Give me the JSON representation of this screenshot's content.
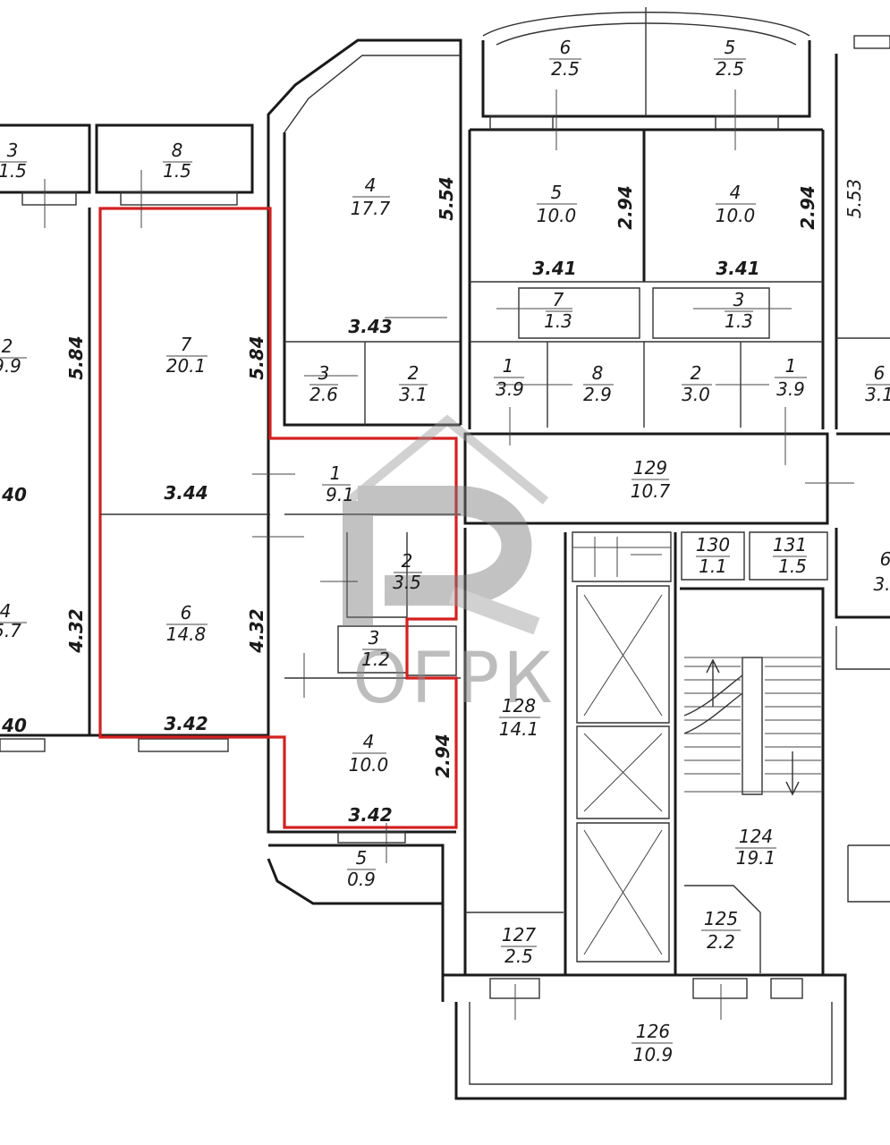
{
  "watermark": {
    "text": "ОГРК"
  },
  "colors": {
    "highlight": "#d42020",
    "walls": "#1a1a1a",
    "watermark": "#888888"
  },
  "rooms": [
    {
      "id": "r3-left",
      "num": "3",
      "area": "1.5"
    },
    {
      "id": "r8-left",
      "num": "8",
      "area": "1.5"
    },
    {
      "id": "r2-left",
      "num": "2",
      "area": "9.9"
    },
    {
      "id": "r4-left",
      "num": "4",
      "area": "5.7"
    },
    {
      "id": "r7",
      "num": "7",
      "area": "20.1"
    },
    {
      "id": "r6",
      "num": "6",
      "area": "14.8"
    },
    {
      "id": "r1",
      "num": "1",
      "area": "9.1"
    },
    {
      "id": "r2",
      "num": "2",
      "area": "3.5"
    },
    {
      "id": "r3",
      "num": "3",
      "area": "1.2"
    },
    {
      "id": "r4",
      "num": "4",
      "area": "10.0"
    },
    {
      "id": "r5",
      "num": "5",
      "area": "0.9"
    },
    {
      "id": "r4-mid",
      "num": "4",
      "area": "17.7"
    },
    {
      "id": "r3-mid",
      "num": "3",
      "area": "2.6"
    },
    {
      "id": "r2-mid",
      "num": "2",
      "area": "3.1"
    },
    {
      "id": "r6-top",
      "num": "6",
      "area": "2.5"
    },
    {
      "id": "r5-top",
      "num": "5",
      "area": "2.5"
    },
    {
      "id": "r5-a",
      "num": "5",
      "area": "10.0"
    },
    {
      "id": "r4-a",
      "num": "4",
      "area": "10.0"
    },
    {
      "id": "r7-a",
      "num": "7",
      "area": "1.3"
    },
    {
      "id": "r3-a",
      "num": "3",
      "area": "1.3"
    },
    {
      "id": "r1-a",
      "num": "1",
      "area": "3.9"
    },
    {
      "id": "r8-a",
      "num": "8",
      "area": "2.9"
    },
    {
      "id": "r2-a",
      "num": "2",
      "area": "3.0"
    },
    {
      "id": "r1-b",
      "num": "1",
      "area": "3.9"
    },
    {
      "id": "r6-right",
      "num": "6",
      "area": "3.1"
    },
    {
      "id": "r129",
      "num": "129",
      "area": "10.7"
    },
    {
      "id": "r130",
      "num": "130",
      "area": "1.1"
    },
    {
      "id": "r131",
      "num": "131",
      "area": "1.5"
    },
    {
      "id": "r-right-edge",
      "num": "6",
      "area": "3."
    },
    {
      "id": "r128",
      "num": "128",
      "area": "14.1"
    },
    {
      "id": "r124",
      "num": "124",
      "area": "19.1"
    },
    {
      "id": "r125",
      "num": "125",
      "area": "2.2"
    },
    {
      "id": "r127",
      "num": "127",
      "area": "2.5"
    },
    {
      "id": "r126",
      "num": "126",
      "area": "10.9"
    }
  ],
  "dimensions": {
    "d584_left": "5.84",
    "d432_left": "4.32",
    "d40_top": "40",
    "d40_bottom": "40",
    "d584_r7": "5.84",
    "d344": "3.44",
    "d432_r6": "4.32",
    "d342_r6": "3.42",
    "d294_r4": "2.94",
    "d342_r4": "3.42",
    "d554": "5.54",
    "d343": "3.43",
    "d294_a": "2.94",
    "d341_a": "3.41",
    "d294_b": "2.94",
    "d341_b": "3.41",
    "d553": "5.53"
  }
}
